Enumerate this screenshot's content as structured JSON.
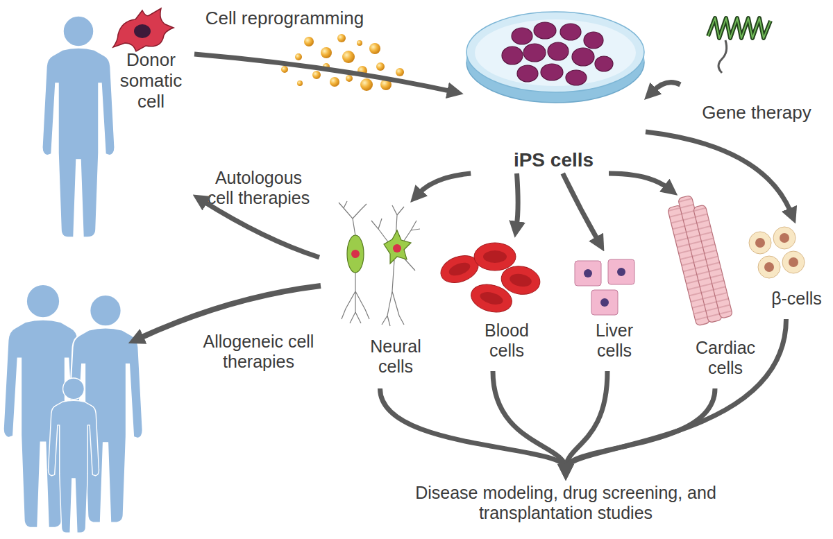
{
  "diagram": {
    "nodes": [
      {
        "text": [
          "Donor somatic cell"
        ]
      },
      {
        "text": [
          "iPS cells"
        ]
      },
      {
        "text": [
          "Gene therapy"
        ]
      },
      {
        "text": [
          "Neural cells"
        ]
      },
      {
        "text": [
          "Blood cells"
        ]
      },
      {
        "text": [
          "Liver cells"
        ]
      },
      {
        "text": [
          "Cardiac cells"
        ]
      },
      {
        "text": [
          "β-cells"
        ]
      },
      {
        "text": [
          "Disease modeling, drug screening, and transplantation studies"
        ]
      }
    ],
    "edges": [
      {
        "from": 0,
        "to": 1,
        "label": "Cell reprogramming",
        "arrow": "to"
      },
      {
        "from": 2,
        "to": 1,
        "arrow": "to"
      },
      {
        "from": 1,
        "to": 3,
        "arrow": "to"
      },
      {
        "from": 1,
        "to": 4,
        "arrow": "to"
      },
      {
        "from": 1,
        "to": 5,
        "arrow": "to"
      },
      {
        "from": 1,
        "to": 6,
        "arrow": "to"
      },
      {
        "from": 1,
        "to": 7,
        "arrow": "to"
      },
      {
        "from": 3,
        "to": 0,
        "label": "Autologous cell therapies",
        "arrow": "to"
      },
      {
        "from": 3,
        "to": 8,
        "arrow": "to"
      },
      {
        "from": 4,
        "to": 8,
        "arrow": "to"
      },
      {
        "from": 5,
        "to": 8,
        "arrow": "to"
      },
      {
        "from": 6,
        "to": 8,
        "arrow": "to"
      },
      {
        "from": 7,
        "to": 8,
        "arrow": "to"
      }
    ],
    "labels": [
      "Allogeneic cell therapies"
    ]
  }
}
